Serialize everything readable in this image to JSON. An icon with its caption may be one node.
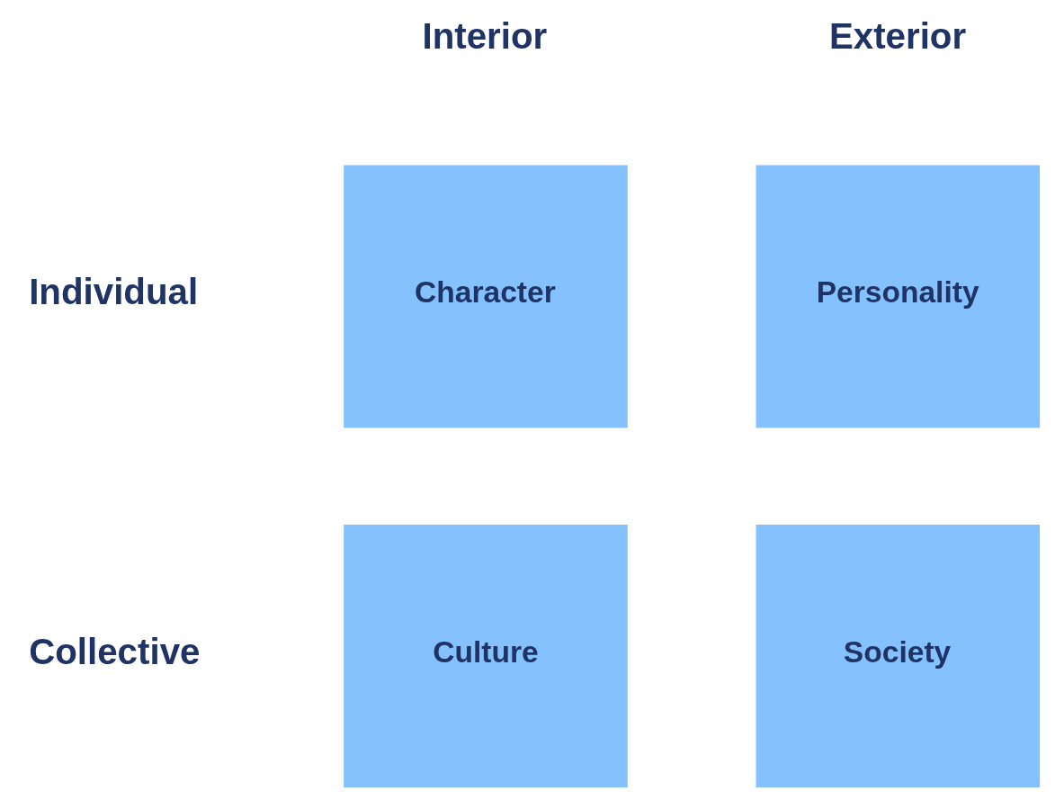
{
  "diagram": {
    "nodes": [
      {
        "text": [
          "Character"
        ]
      },
      {
        "text": [
          "Personality"
        ]
      },
      {
        "text": [
          "Culture"
        ]
      },
      {
        "text": [
          "Society"
        ]
      }
    ],
    "labels": [
      "Interior",
      "Exterior",
      "Individual",
      "Collective"
    ]
  }
}
